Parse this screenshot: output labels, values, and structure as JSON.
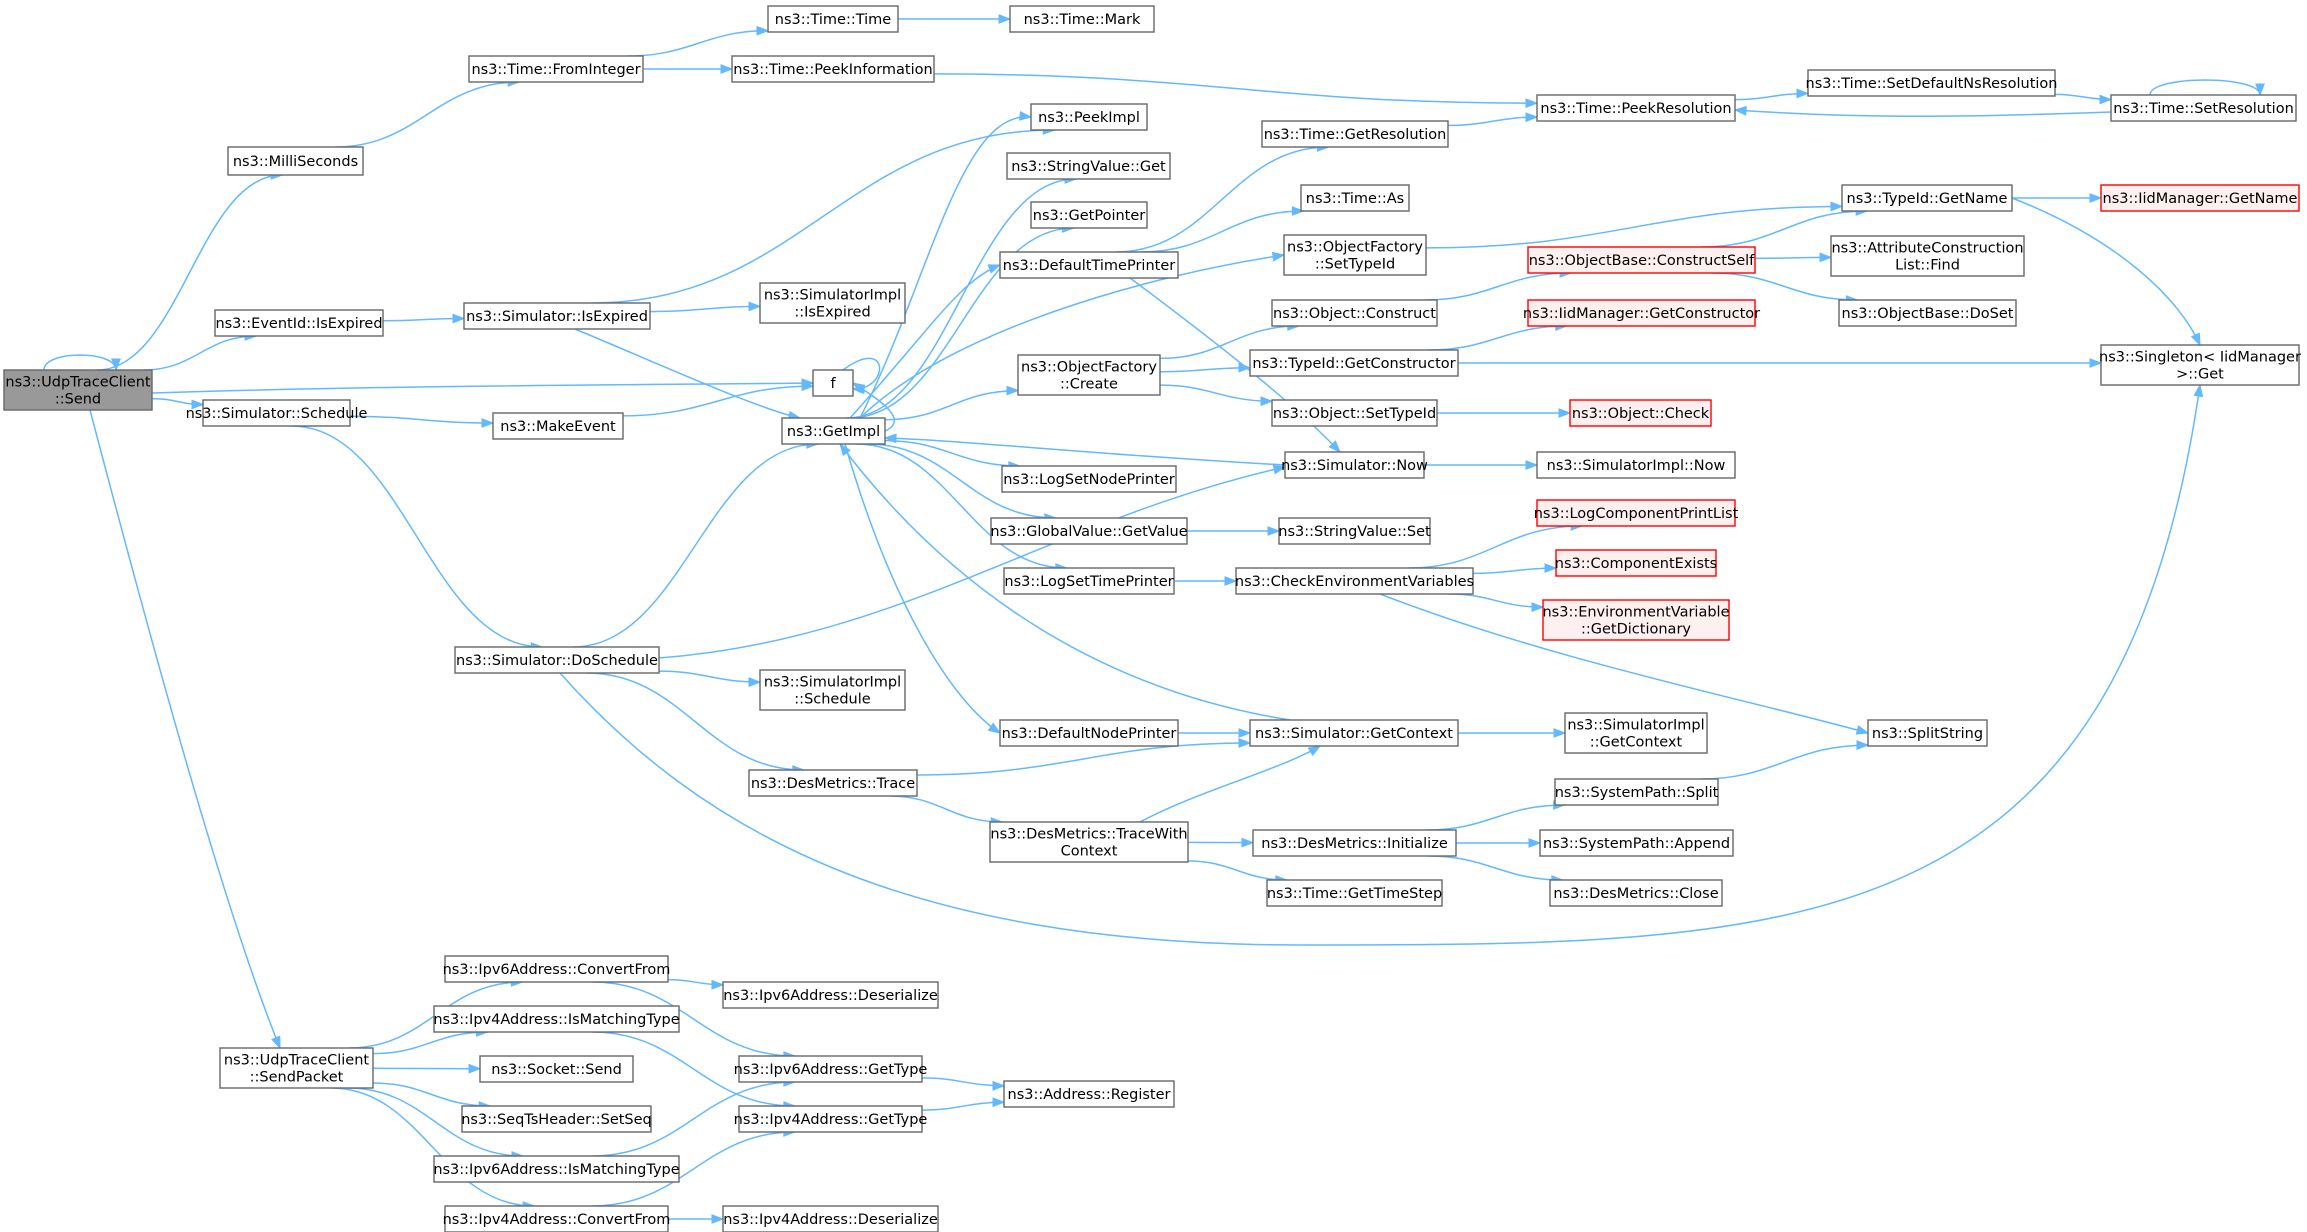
{
  "graph": {
    "nodes": [
      {
        "id": "udp_send",
        "lines": [
          "ns3::UdpTraceClient",
          "::Send"
        ],
        "style": "root"
      },
      {
        "id": "milliseconds",
        "lines": [
          "ns3::MilliSeconds"
        ]
      },
      {
        "id": "eventid_isexpired",
        "lines": [
          "ns3::EventId::IsExpired"
        ]
      },
      {
        "id": "sim_schedule",
        "lines": [
          "ns3::Simulator::Schedule"
        ]
      },
      {
        "id": "udp_sendpacket",
        "lines": [
          "ns3::UdpTraceClient",
          "::SendPacket"
        ]
      },
      {
        "id": "time_frominteger",
        "lines": [
          "ns3::Time::FromInteger"
        ]
      },
      {
        "id": "time_time",
        "lines": [
          "ns3::Time::Time"
        ]
      },
      {
        "id": "time_mark",
        "lines": [
          "ns3::Time::Mark"
        ]
      },
      {
        "id": "time_peekinformation",
        "lines": [
          "ns3::Time::PeekInformation"
        ]
      },
      {
        "id": "time_peekresolution",
        "lines": [
          "ns3::Time::PeekResolution"
        ]
      },
      {
        "id": "time_setdefaultns",
        "lines": [
          "ns3::Time::SetDefaultNsResolution"
        ]
      },
      {
        "id": "time_setresolution",
        "lines": [
          "ns3::Time::SetResolution"
        ]
      },
      {
        "id": "sim_isexpired",
        "lines": [
          "ns3::Simulator::IsExpired"
        ]
      },
      {
        "id": "peekimpl",
        "lines": [
          "ns3::PeekImpl"
        ]
      },
      {
        "id": "simimpl_isexpired",
        "lines": [
          "ns3::SimulatorImpl",
          "::IsExpired"
        ]
      },
      {
        "id": "f",
        "lines": [
          "f"
        ]
      },
      {
        "id": "makeevent",
        "lines": [
          "ns3::MakeEvent"
        ]
      },
      {
        "id": "getimpl",
        "lines": [
          "ns3::GetImpl"
        ]
      },
      {
        "id": "sim_doschedule",
        "lines": [
          "ns3::Simulator::DoSchedule"
        ]
      },
      {
        "id": "simimpl_schedule",
        "lines": [
          "ns3::SimulatorImpl",
          "::Schedule"
        ]
      },
      {
        "id": "desmetrics_trace",
        "lines": [
          "ns3::DesMetrics::Trace"
        ]
      },
      {
        "id": "stringvalue_get",
        "lines": [
          "ns3::StringValue::Get"
        ]
      },
      {
        "id": "getpointer",
        "lines": [
          "ns3::GetPointer"
        ]
      },
      {
        "id": "defaulttimeprinter",
        "lines": [
          "ns3::DefaultTimePrinter"
        ]
      },
      {
        "id": "objfactory_create",
        "lines": [
          "ns3::ObjectFactory",
          "::Create"
        ]
      },
      {
        "id": "logsetnodeprinter",
        "lines": [
          "ns3::LogSetNodePrinter"
        ]
      },
      {
        "id": "globalvalue_getvalue",
        "lines": [
          "ns3::GlobalValue::GetValue"
        ]
      },
      {
        "id": "logsettimeprinter",
        "lines": [
          "ns3::LogSetTimePrinter"
        ]
      },
      {
        "id": "defaultnodeprinter",
        "lines": [
          "ns3::DefaultNodePrinter"
        ]
      },
      {
        "id": "desmetrics_tracewithcontext",
        "lines": [
          "ns3::DesMetrics::TraceWith",
          "Context"
        ]
      },
      {
        "id": "time_getresolution",
        "lines": [
          "ns3::Time::GetResolution"
        ]
      },
      {
        "id": "time_as",
        "lines": [
          "ns3::Time::As"
        ]
      },
      {
        "id": "objfactory_settypeid",
        "lines": [
          "ns3::ObjectFactory",
          "::SetTypeId"
        ]
      },
      {
        "id": "object_construct",
        "lines": [
          "ns3::Object::Construct"
        ]
      },
      {
        "id": "typeid_getconstructor",
        "lines": [
          "ns3::TypeId::GetConstructor"
        ]
      },
      {
        "id": "object_settypeid",
        "lines": [
          "ns3::Object::SetTypeId"
        ]
      },
      {
        "id": "sim_now",
        "lines": [
          "ns3::Simulator::Now"
        ]
      },
      {
        "id": "stringvalue_set",
        "lines": [
          "ns3::StringValue::Set"
        ]
      },
      {
        "id": "checkenvvars",
        "lines": [
          "ns3::CheckEnvironmentVariables"
        ]
      },
      {
        "id": "sim_getcontext",
        "lines": [
          "ns3::Simulator::GetContext"
        ]
      },
      {
        "id": "desmetrics_initialize",
        "lines": [
          "ns3::DesMetrics::Initialize"
        ]
      },
      {
        "id": "time_gettimestep",
        "lines": [
          "ns3::Time::GetTimeStep"
        ]
      },
      {
        "id": "typeid_getname",
        "lines": [
          "ns3::TypeId::GetName"
        ]
      },
      {
        "id": "iidmanager_getname",
        "lines": [
          "ns3::IidManager::GetName"
        ],
        "style": "trunc"
      },
      {
        "id": "objectbase_constructself",
        "lines": [
          "ns3::ObjectBase::ConstructSelf"
        ],
        "style": "trunc"
      },
      {
        "id": "attrconstructionlist_find",
        "lines": [
          "ns3::AttributeConstruction",
          "List::Find"
        ]
      },
      {
        "id": "objectbase_doset",
        "lines": [
          "ns3::ObjectBase::DoSet"
        ]
      },
      {
        "id": "iidmanager_getconstructor",
        "lines": [
          "ns3::IidManager::GetConstructor"
        ],
        "style": "trunc"
      },
      {
        "id": "singleton_get",
        "lines": [
          "ns3::Singleton< IidManager",
          " >::Get"
        ]
      },
      {
        "id": "object_check",
        "lines": [
          "ns3::Object::Check"
        ],
        "style": "trunc"
      },
      {
        "id": "simimpl_now",
        "lines": [
          "ns3::SimulatorImpl::Now"
        ]
      },
      {
        "id": "logcomponentprintlist",
        "lines": [
          "ns3::LogComponentPrintList"
        ],
        "style": "trunc"
      },
      {
        "id": "componentexists",
        "lines": [
          "ns3::ComponentExists"
        ],
        "style": "trunc"
      },
      {
        "id": "envvar_getdictionary",
        "lines": [
          "ns3::EnvironmentVariable",
          "::GetDictionary"
        ],
        "style": "trunc"
      },
      {
        "id": "simimpl_getcontext",
        "lines": [
          "ns3::SimulatorImpl",
          "::GetContext"
        ]
      },
      {
        "id": "splitstring",
        "lines": [
          "ns3::SplitString"
        ]
      },
      {
        "id": "systempath_split",
        "lines": [
          "ns3::SystemPath::Split"
        ]
      },
      {
        "id": "systempath_append",
        "lines": [
          "ns3::SystemPath::Append"
        ]
      },
      {
        "id": "desmetrics_close",
        "lines": [
          "ns3::DesMetrics::Close"
        ]
      },
      {
        "id": "ipv6_convertfrom",
        "lines": [
          "ns3::Ipv6Address::ConvertFrom"
        ]
      },
      {
        "id": "ipv4_ismatchingtype",
        "lines": [
          "ns3::Ipv4Address::IsMatchingType"
        ]
      },
      {
        "id": "socket_send",
        "lines": [
          "ns3::Socket::Send"
        ]
      },
      {
        "id": "seqtsheader_setseq",
        "lines": [
          "ns3::SeqTsHeader::SetSeq"
        ]
      },
      {
        "id": "ipv6_ismatchingtype",
        "lines": [
          "ns3::Ipv6Address::IsMatchingType"
        ]
      },
      {
        "id": "ipv4_convertfrom",
        "lines": [
          "ns3::Ipv4Address::ConvertFrom"
        ]
      },
      {
        "id": "ipv6_deserialize",
        "lines": [
          "ns3::Ipv6Address::Deserialize"
        ]
      },
      {
        "id": "ipv6_gettype",
        "lines": [
          "ns3::Ipv6Address::GetType"
        ]
      },
      {
        "id": "ipv4_gettype",
        "lines": [
          "ns3::Ipv4Address::GetType"
        ]
      },
      {
        "id": "ipv4_deserialize",
        "lines": [
          "ns3::Ipv4Address::Deserialize"
        ]
      },
      {
        "id": "address_register",
        "lines": [
          "ns3::Address::Register"
        ]
      }
    ],
    "edges": [
      [
        "udp_send",
        "udp_send"
      ],
      [
        "udp_send",
        "milliseconds"
      ],
      [
        "udp_send",
        "eventid_isexpired"
      ],
      [
        "udp_send",
        "sim_schedule"
      ],
      [
        "udp_send",
        "udp_sendpacket"
      ],
      [
        "udp_send",
        "f"
      ],
      [
        "milliseconds",
        "time_frominteger"
      ],
      [
        "time_frominteger",
        "time_time"
      ],
      [
        "time_frominteger",
        "time_peekinformation"
      ],
      [
        "time_time",
        "time_mark"
      ],
      [
        "time_peekinformation",
        "time_peekresolution"
      ],
      [
        "time_peekresolution",
        "time_setdefaultns"
      ],
      [
        "time_setdefaultns",
        "time_setresolution"
      ],
      [
        "time_setresolution",
        "time_peekresolution"
      ],
      [
        "time_setresolution",
        "time_setresolution"
      ],
      [
        "eventid_isexpired",
        "sim_isexpired"
      ],
      [
        "sim_isexpired",
        "peekimpl"
      ],
      [
        "sim_isexpired",
        "simimpl_isexpired"
      ],
      [
        "sim_isexpired",
        "getimpl"
      ],
      [
        "sim_schedule",
        "makeevent"
      ],
      [
        "sim_schedule",
        "sim_doschedule"
      ],
      [
        "makeevent",
        "f"
      ],
      [
        "f",
        "f"
      ],
      [
        "sim_doschedule",
        "getimpl"
      ],
      [
        "sim_doschedule",
        "simimpl_schedule"
      ],
      [
        "sim_doschedule",
        "desmetrics_trace"
      ],
      [
        "sim_doschedule",
        "sim_now"
      ],
      [
        "sim_doschedule",
        "singleton_get"
      ],
      [
        "getimpl",
        "peekimpl"
      ],
      [
        "getimpl",
        "stringvalue_get"
      ],
      [
        "getimpl",
        "getpointer"
      ],
      [
        "getimpl",
        "defaulttimeprinter"
      ],
      [
        "getimpl",
        "objfactory_create"
      ],
      [
        "getimpl",
        "objfactory_settypeid"
      ],
      [
        "getimpl",
        "logsetnodeprinter"
      ],
      [
        "getimpl",
        "globalvalue_getvalue"
      ],
      [
        "getimpl",
        "logsettimeprinter"
      ],
      [
        "getimpl",
        "defaultnodeprinter"
      ],
      [
        "getimpl",
        "f"
      ],
      [
        "sim_now",
        "getimpl"
      ],
      [
        "sim_getcontext",
        "getimpl"
      ],
      [
        "defaulttimeprinter",
        "time_getresolution"
      ],
      [
        "defaulttimeprinter",
        "time_as"
      ],
      [
        "defaulttimeprinter",
        "sim_now"
      ],
      [
        "time_getresolution",
        "time_peekresolution"
      ],
      [
        "objfactory_create",
        "object_construct"
      ],
      [
        "objfactory_create",
        "typeid_getconstructor"
      ],
      [
        "objfactory_create",
        "object_settypeid"
      ],
      [
        "objfactory_settypeid",
        "typeid_getname"
      ],
      [
        "object_construct",
        "objectbase_constructself"
      ],
      [
        "objectbase_constructself",
        "typeid_getname"
      ],
      [
        "objectbase_constructself",
        "attrconstructionlist_find"
      ],
      [
        "objectbase_constructself",
        "objectbase_doset"
      ],
      [
        "typeid_getname",
        "iidmanager_getname"
      ],
      [
        "typeid_getname",
        "singleton_get"
      ],
      [
        "typeid_getconstructor",
        "iidmanager_getconstructor"
      ],
      [
        "typeid_getconstructor",
        "singleton_get"
      ],
      [
        "object_settypeid",
        "object_check"
      ],
      [
        "sim_now",
        "simimpl_now"
      ],
      [
        "globalvalue_getvalue",
        "stringvalue_set"
      ],
      [
        "logsettimeprinter",
        "checkenvvars"
      ],
      [
        "checkenvvars",
        "logcomponentprintlist"
      ],
      [
        "checkenvvars",
        "componentexists"
      ],
      [
        "checkenvvars",
        "envvar_getdictionary"
      ],
      [
        "checkenvvars",
        "splitstring"
      ],
      [
        "defaultnodeprinter",
        "sim_getcontext"
      ],
      [
        "sim_getcontext",
        "simimpl_getcontext"
      ],
      [
        "desmetrics_trace",
        "sim_getcontext"
      ],
      [
        "desmetrics_trace",
        "desmetrics_tracewithcontext"
      ],
      [
        "desmetrics_tracewithcontext",
        "sim_getcontext"
      ],
      [
        "desmetrics_tracewithcontext",
        "desmetrics_initialize"
      ],
      [
        "desmetrics_tracewithcontext",
        "time_gettimestep"
      ],
      [
        "desmetrics_initialize",
        "systempath_split"
      ],
      [
        "desmetrics_initialize",
        "systempath_append"
      ],
      [
        "desmetrics_initialize",
        "desmetrics_close"
      ],
      [
        "systempath_split",
        "splitstring"
      ],
      [
        "udp_sendpacket",
        "ipv6_convertfrom"
      ],
      [
        "udp_sendpacket",
        "ipv4_ismatchingtype"
      ],
      [
        "udp_sendpacket",
        "socket_send"
      ],
      [
        "udp_sendpacket",
        "seqtsheader_setseq"
      ],
      [
        "udp_sendpacket",
        "ipv6_ismatchingtype"
      ],
      [
        "udp_sendpacket",
        "ipv4_convertfrom"
      ],
      [
        "ipv6_convertfrom",
        "ipv6_deserialize"
      ],
      [
        "ipv6_convertfrom",
        "ipv6_gettype"
      ],
      [
        "ipv4_ismatchingtype",
        "ipv4_gettype"
      ],
      [
        "ipv6_ismatchingtype",
        "ipv6_gettype"
      ],
      [
        "ipv4_convertfrom",
        "ipv4_gettype"
      ],
      [
        "ipv4_convertfrom",
        "ipv4_deserialize"
      ],
      [
        "ipv6_gettype",
        "address_register"
      ],
      [
        "ipv4_gettype",
        "address_register"
      ]
    ]
  }
}
